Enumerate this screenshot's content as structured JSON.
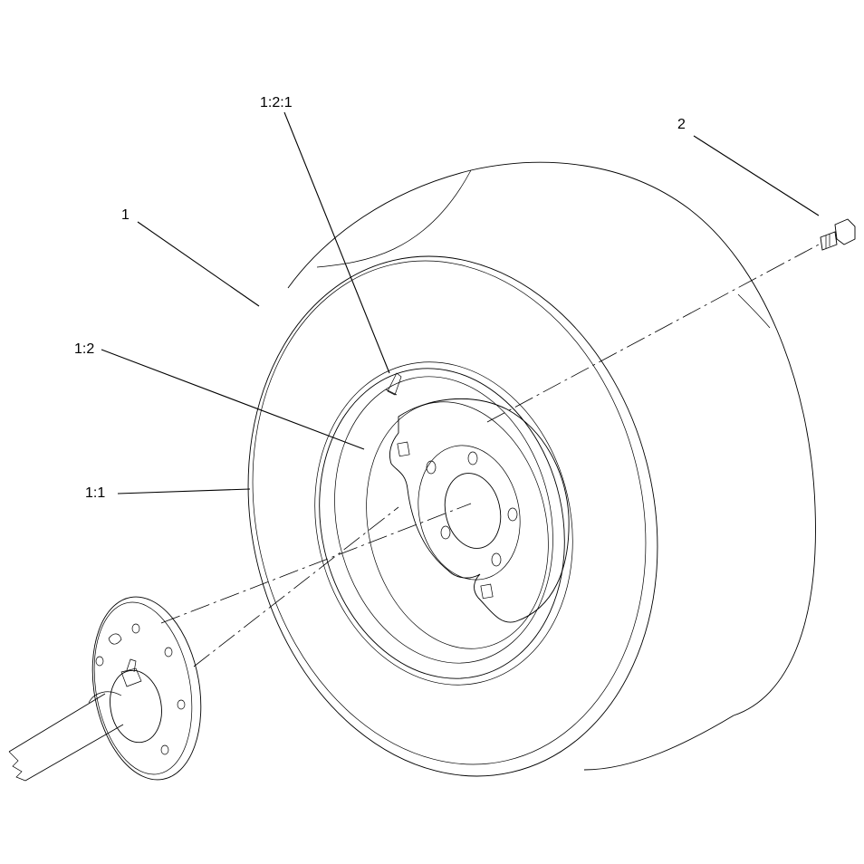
{
  "callouts": [
    {
      "id": "1-2-1",
      "label": "1:2:1"
    },
    {
      "id": "2",
      "label": "2"
    },
    {
      "id": "1",
      "label": "1"
    },
    {
      "id": "1-2",
      "label": "1:2"
    },
    {
      "id": "1-1",
      "label": "1:1"
    }
  ]
}
